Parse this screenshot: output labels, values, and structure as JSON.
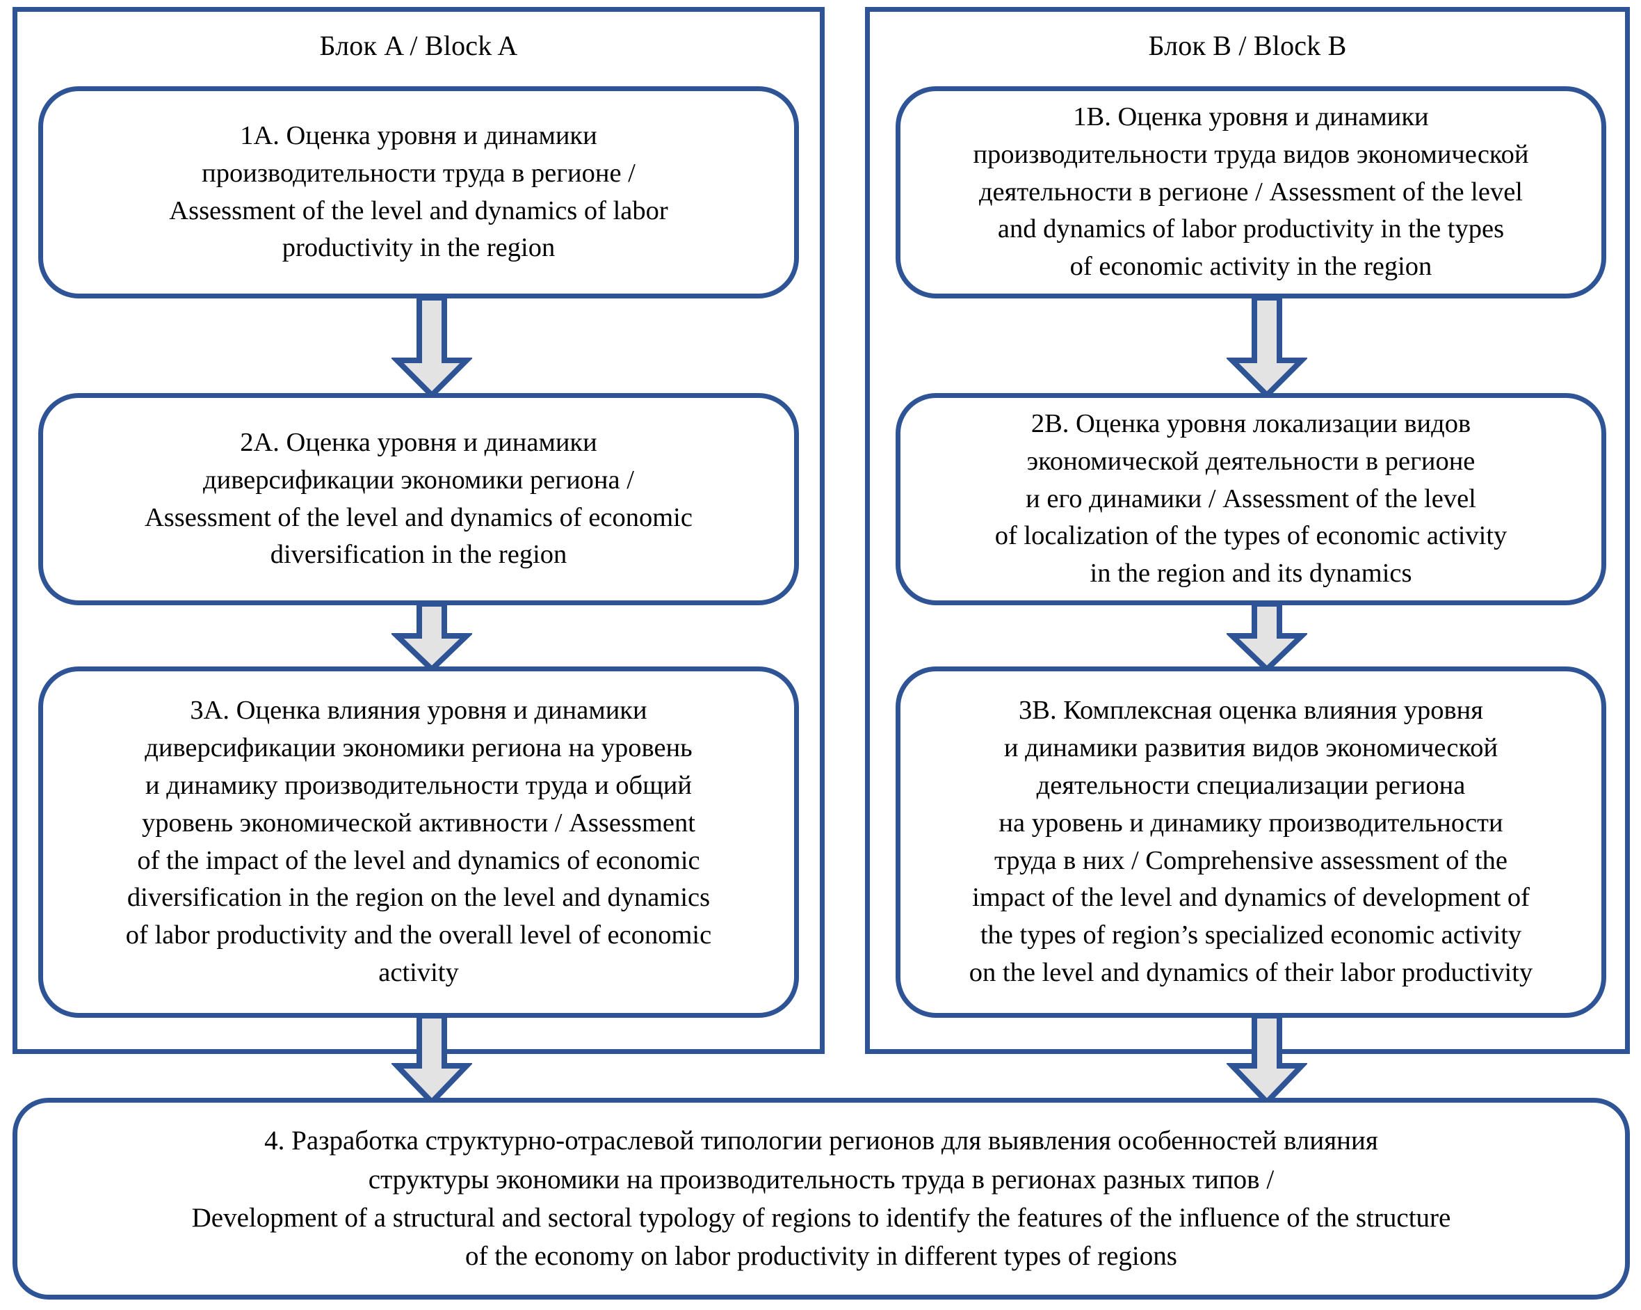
{
  "diagram": {
    "type": "flowchart",
    "accent_color": "#2E5496",
    "arrow_fill_color": "#E3E3E3",
    "background_color": "#FFFFFF",
    "blocks": [
      {
        "id": "A",
        "title": "Блок A / Block A",
        "steps": [
          {
            "id": "1A",
            "text": "1A. Оценка уровня и динамики\nпроизводительности труда в регионе /\nAssessment of the level and dynamics of labor\nproductivity in the region"
          },
          {
            "id": "2A",
            "text": "2A. Оценка уровня и динамики\nдиверсификации экономики региона /\nAssessment of the level and dynamics of economic\ndiversification in the region"
          },
          {
            "id": "3A",
            "text": "3A. Оценка влияния уровня и динамики\nдиверсификации экономики региона на уровень\nи динамику производительности труда и общий\nуровень экономической активности / Assessment\nof the impact of the level and dynamics of economic\ndiversification in the region on the level and dynamics\nof labor productivity and the overall level of economic\nactivity"
          }
        ]
      },
      {
        "id": "B",
        "title": "Блок B / Block B",
        "steps": [
          {
            "id": "1B",
            "text": "1B. Оценка уровня и динамики\nпроизводительности труда видов экономической\nдеятельности в регионе / Assessment of the level\nand dynamics of labor productivity in the types\nof economic activity in the region"
          },
          {
            "id": "2B",
            "text": "2B. Оценка уровня локализации видов\nэкономической деятельности в регионе\nи его динамики / Assessment of the level\nof localization of the types of economic activity\nin the region and its dynamics"
          },
          {
            "id": "3B",
            "text": "3B. Комплексная оценка влияния уровня\nи динамики развития видов экономической\nдеятельности специализации региона\nна уровень  и динамику производительности\nтруда в них /  Comprehensive assessment of the\nimpact of the level and dynamics of development of\nthe types of region’s specialized economic activity\non the level and dynamics of their labor productivity"
          }
        ]
      }
    ],
    "final_step": {
      "id": "4",
      "text": "4. Разработка структурно-отраслевой типологии регионов для выявления особенностей влияния\nструктуры экономики на производительность труда в регионах разных типов /\nDevelopment of a structural and sectoral typology of regions to identify the features of the influence of the structure\nof the economy on labor productivity in different types of regions"
    },
    "connectors": [
      {
        "id": "a1",
        "from": "1A",
        "to": "2A",
        "direction": "down"
      },
      {
        "id": "a2",
        "from": "2A",
        "to": "3A",
        "direction": "down"
      },
      {
        "id": "b1",
        "from": "1B",
        "to": "2B",
        "direction": "down"
      },
      {
        "id": "b2",
        "from": "2B",
        "to": "3B",
        "direction": "down"
      },
      {
        "id": "a3",
        "from": "3A",
        "to": "4",
        "direction": "down"
      },
      {
        "id": "b3",
        "from": "3B",
        "to": "4",
        "direction": "down"
      }
    ]
  }
}
